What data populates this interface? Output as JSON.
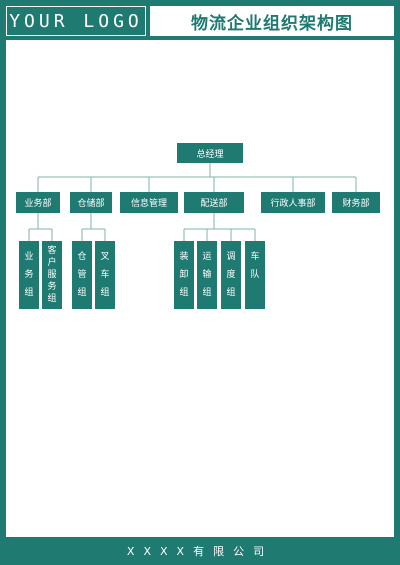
{
  "header": {
    "logo": "YOUR LOGO",
    "title": "物流企业组织架构图"
  },
  "footer": {
    "company": "XXXX有限公司"
  },
  "org": {
    "root": "总经理",
    "departments": [
      "业务部",
      "仓储部",
      "信息管理",
      "配送部",
      "行政人事部",
      "财务部"
    ],
    "groups": [
      {
        "dept": "业务部",
        "name": "业务组"
      },
      {
        "dept": "业务部",
        "name": "客户服务组"
      },
      {
        "dept": "仓储部",
        "name": "仓管组"
      },
      {
        "dept": "仓储部",
        "name": "叉车组"
      },
      {
        "dept": "配送部",
        "name": "装卸组"
      },
      {
        "dept": "配送部",
        "name": "运输组"
      },
      {
        "dept": "配送部",
        "name": "调度组"
      },
      {
        "dept": "配送部",
        "name": "车队"
      }
    ]
  },
  "colors": {
    "primary": "#1f7a72",
    "connector": "#7fb3ae",
    "background": "#ffffff"
  }
}
